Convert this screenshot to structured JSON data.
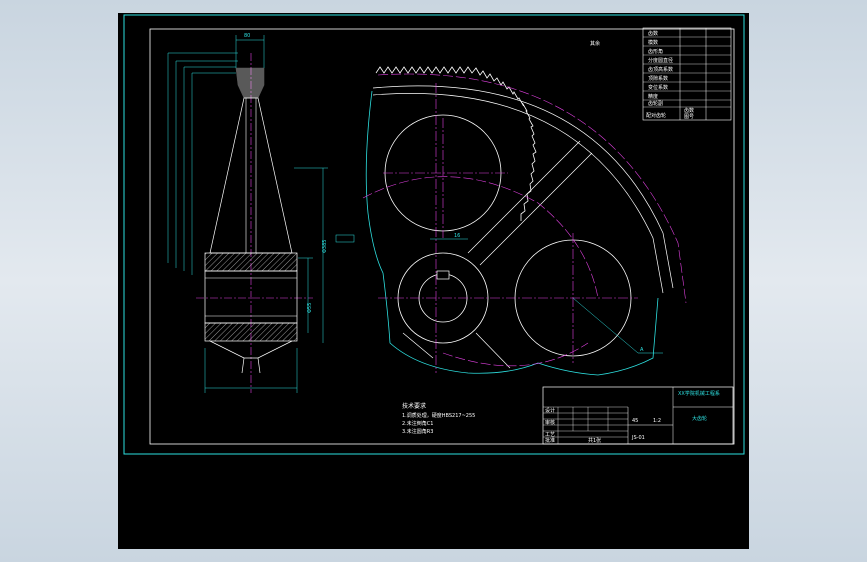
{
  "colors": {
    "background": "#000000",
    "outline": "#ffffff",
    "dimension": "#2de0e0",
    "centerline": "#e040e0",
    "frame": "#2de0e0"
  },
  "parameter_table": {
    "rows": [
      "齿数",
      "模数",
      "齿形角",
      "分度圆直径",
      "齿顶高系数",
      "顶隙系数",
      "变位系数",
      "精度",
      "齿轮副"
    ],
    "bottom_row": "配对齿轮",
    "bottom_sub": [
      "齿数",
      "图号"
    ]
  },
  "roughness_note": "其余",
  "technical_requirements": {
    "title": "技术要求",
    "items": [
      "1.调质处理，硬度HBS217~255",
      "2.未注倒角C1",
      "3.未注圆角R3"
    ]
  },
  "title_block": {
    "school": "XX学院机械工程系",
    "part_name": "大齿轮",
    "material": "45",
    "scale": "1:2",
    "drawing_no": "JS-01",
    "sheet": "共1张",
    "row_labels": [
      "设计",
      "审核",
      "工艺",
      "批准"
    ]
  },
  "dimension_labels": {
    "hub_bore": "Φ55",
    "keyway": "16",
    "rim_width": "80",
    "overall": "Φ385",
    "detail": "A"
  }
}
